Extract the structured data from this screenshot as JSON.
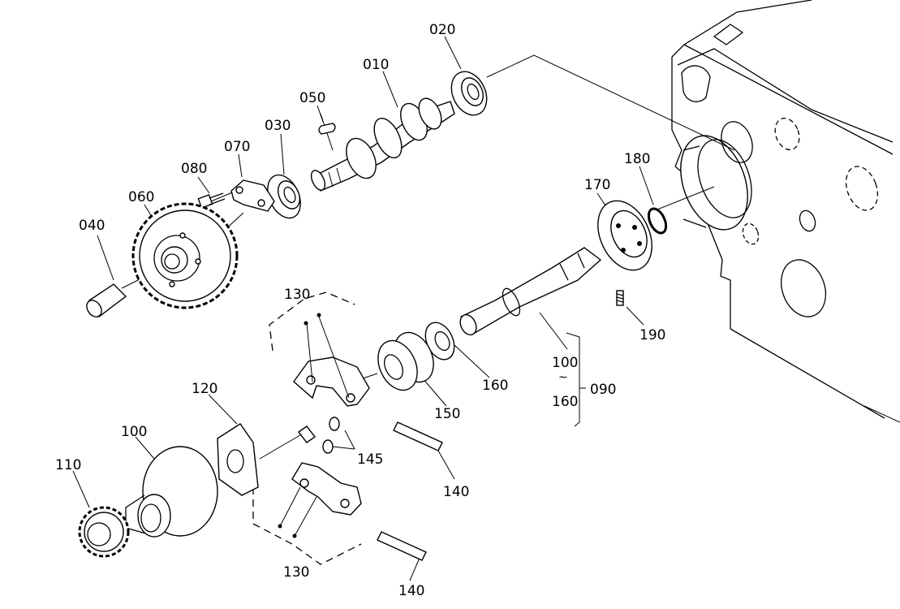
{
  "labels": {
    "p010": "010",
    "p020": "020",
    "p030": "030",
    "p040": "040",
    "p050": "050",
    "p060": "060",
    "p070": "070",
    "p080": "080",
    "p090": "090",
    "p100": "100",
    "p100b": "100",
    "p110": "110",
    "p120": "120",
    "p130a": "130",
    "p130b": "130",
    "p140a": "140",
    "p140b": "140",
    "p145": "145",
    "p150": "150",
    "p160": "160",
    "p160b": "160",
    "p170": "170",
    "p180": "180",
    "p190": "190",
    "range_mark": "~"
  }
}
